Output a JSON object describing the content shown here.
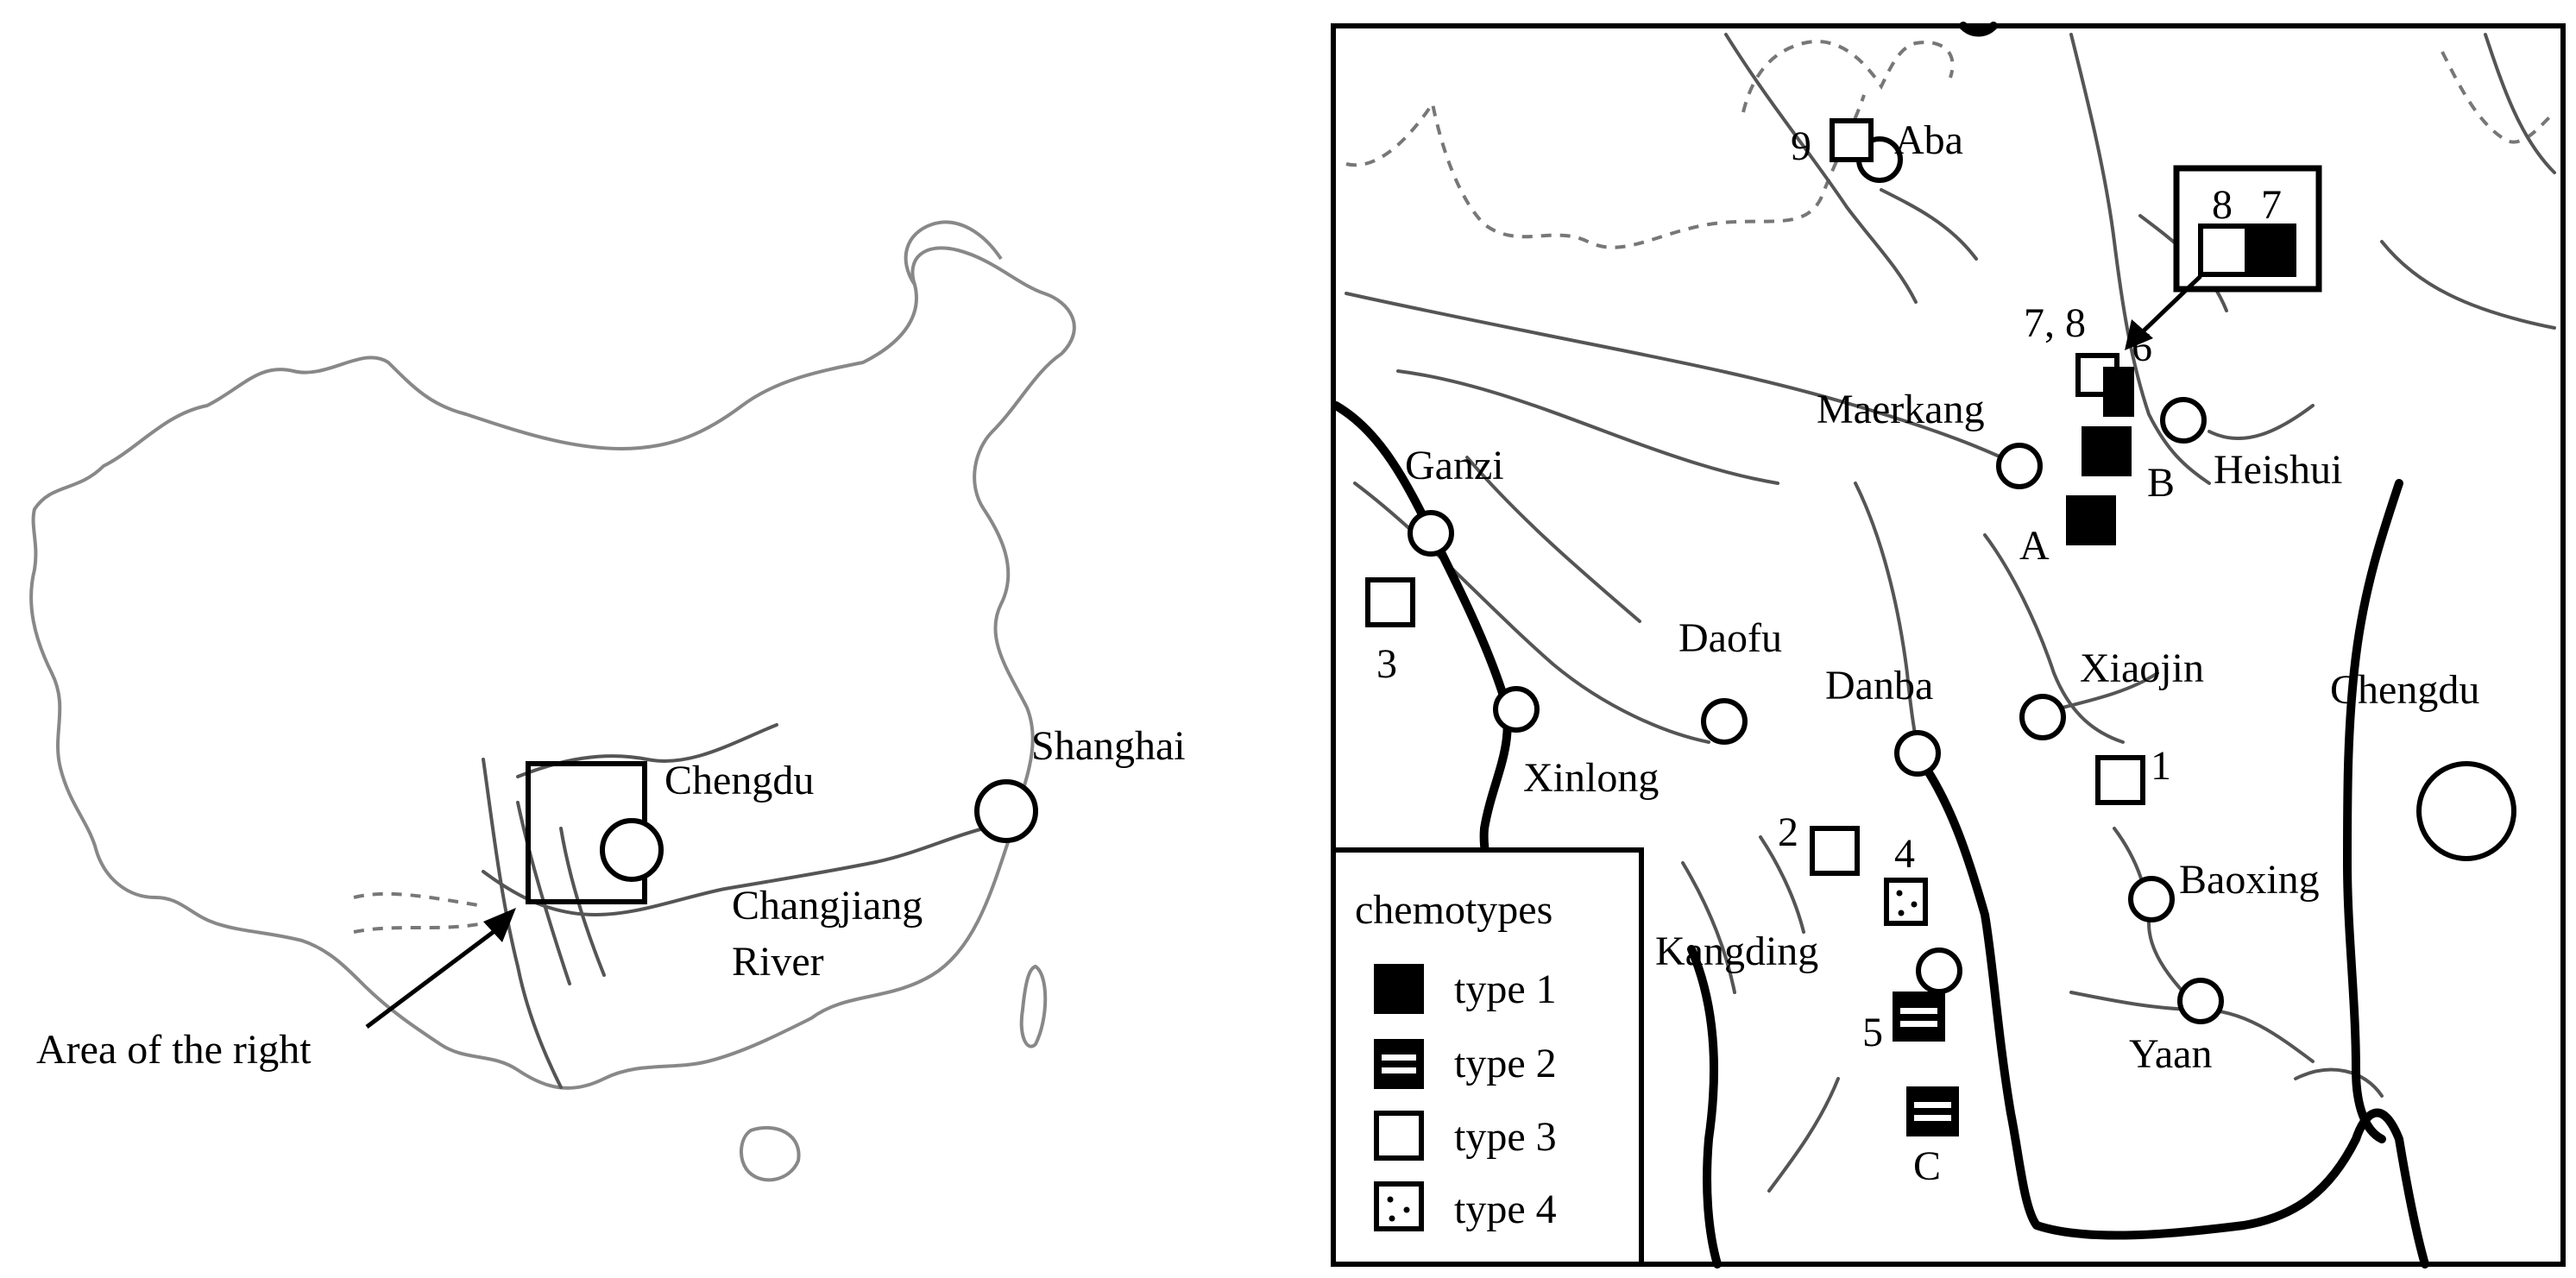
{
  "left_map": {
    "cities": [
      "Chengdu",
      "Shanghai"
    ],
    "river_label": [
      "Changjiang",
      "River"
    ],
    "callout": "Area of the right"
  },
  "right_map": {
    "cities": [
      "Aba",
      "Maerkang",
      "Heishui",
      "Ganzi",
      "Daofu",
      "Danba",
      "Xiaojin",
      "Xinlong",
      "Chengdu",
      "Kangding",
      "Baoxing",
      "Yaan"
    ],
    "site_labels": [
      "9",
      "7, 8",
      "6",
      "B",
      "A",
      "3",
      "1",
      "2",
      "4",
      "5",
      "C"
    ],
    "inset_labels": [
      "8",
      "7"
    ]
  },
  "legend": {
    "title": "chemotypes",
    "items": [
      {
        "label": "type 1",
        "pattern": "filled"
      },
      {
        "label": "type 2",
        "pattern": "striped"
      },
      {
        "label": "type 3",
        "pattern": "open"
      },
      {
        "label": "type 4",
        "pattern": "dotted"
      }
    ]
  }
}
